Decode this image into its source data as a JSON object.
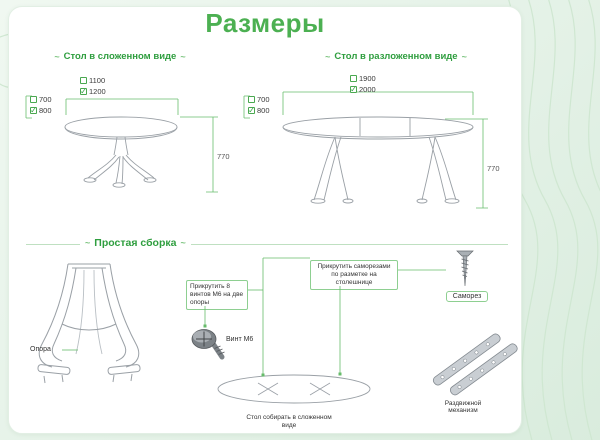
{
  "title": "Размеры",
  "icons": {
    "check": "✓",
    "tilde": "~"
  },
  "colors": {
    "accent_green": "#3aa04a",
    "dim_green": "#6abf6e",
    "sketch_gray": "#9aa0a6",
    "title_green": "#4cb052"
  },
  "folded": {
    "header": "Стол в сложенном виде",
    "width_options": [
      "1100",
      "1200"
    ],
    "depth_options": [
      "700",
      "800"
    ],
    "height": "770"
  },
  "unfolded": {
    "header": "Стол в разложенном виде",
    "width_options": [
      "1900",
      "2000"
    ],
    "depth_options": [
      "700",
      "800"
    ],
    "height": "770"
  },
  "assembly": {
    "header": "Простая сборка",
    "support_label": "Опора",
    "bolt_note": "Прикрутить 8 винтов М6 на две опоры",
    "bolt_label": "Винт М6",
    "screw_note": "Прикрутить саморезами по разметке на столешнице",
    "screw_label": "Саморез",
    "mechanism_label": "Раздвижной механизм",
    "fold_note": "Стол собирать в сложенном виде"
  }
}
